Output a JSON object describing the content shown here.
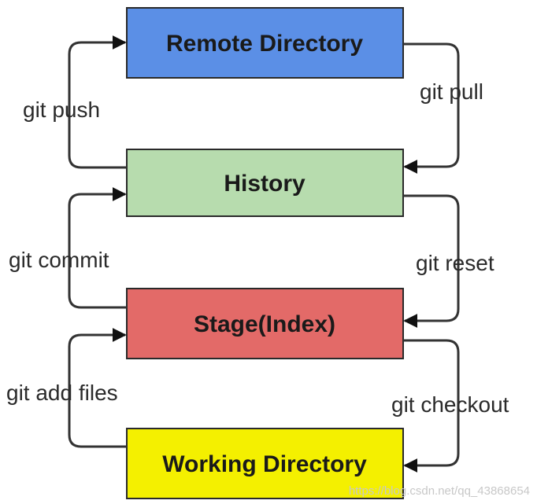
{
  "nodes": [
    {
      "id": "remote",
      "label": "Remote Directory",
      "color": "#5b8fe6"
    },
    {
      "id": "history",
      "label": "History",
      "color": "#b7dcae"
    },
    {
      "id": "stage",
      "label": "Stage(Index)",
      "color": "#e36a68"
    },
    {
      "id": "working",
      "label": "Working Directory",
      "color": "#f4f000"
    }
  ],
  "edges": [
    {
      "id": "push",
      "label": "git push",
      "from": "history",
      "to": "remote"
    },
    {
      "id": "pull",
      "label": "git pull",
      "from": "remote",
      "to": "history"
    },
    {
      "id": "commit",
      "label": "git commit",
      "from": "stage",
      "to": "history"
    },
    {
      "id": "reset",
      "label": "git reset",
      "from": "history",
      "to": "stage"
    },
    {
      "id": "add",
      "label": "git add files",
      "from": "working",
      "to": "stage"
    },
    {
      "id": "checkout",
      "label": "git checkout",
      "from": "stage",
      "to": "working"
    }
  ],
  "watermark": "https://blog.csdn.net/qq_43868654"
}
